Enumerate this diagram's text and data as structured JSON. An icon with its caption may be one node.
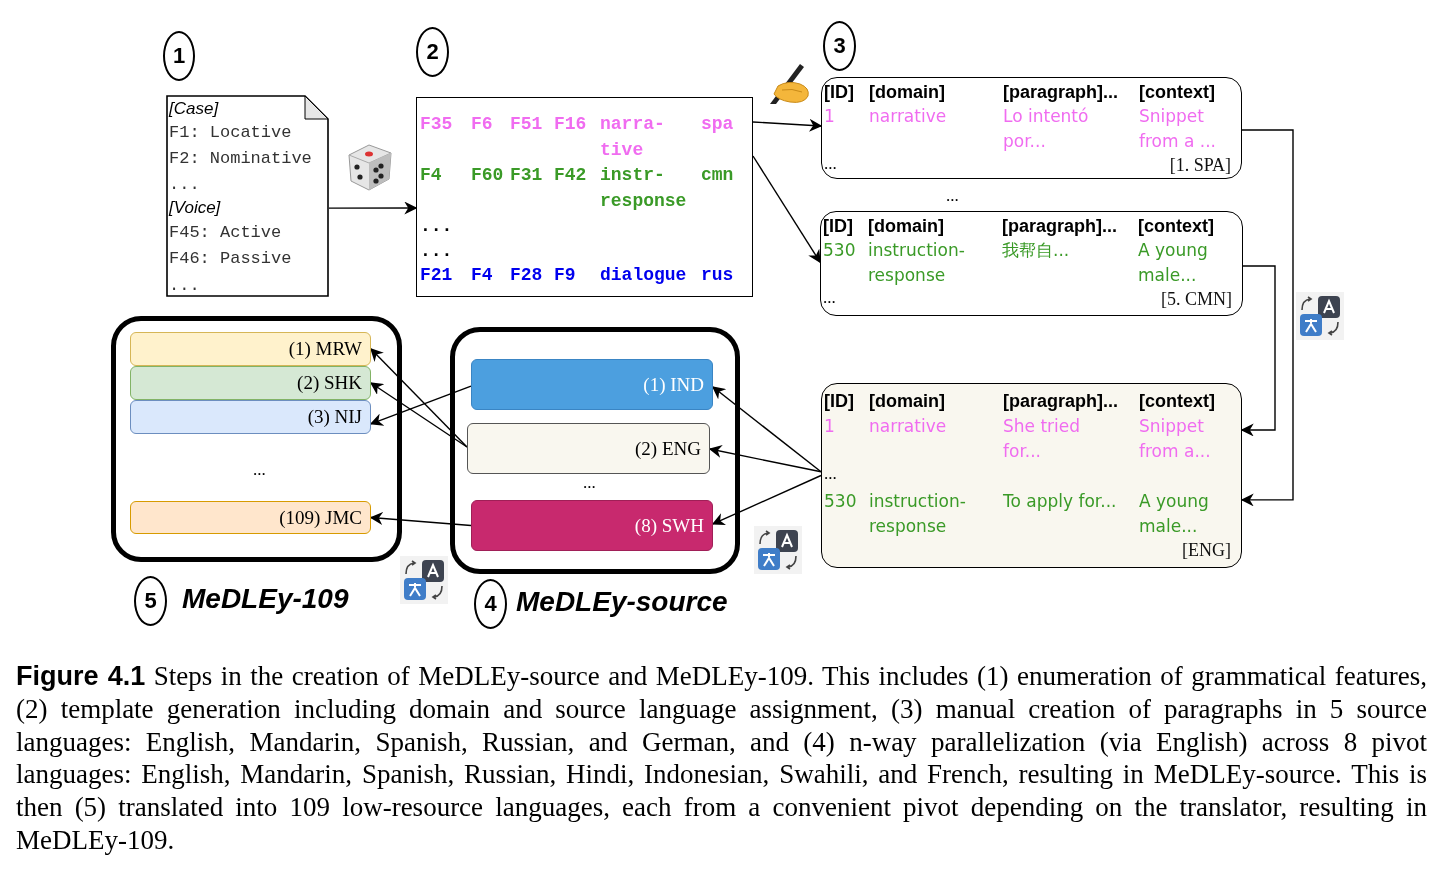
{
  "diagram": {
    "caption": "**Figure 4.1** Steps in the creation of MeDLEy-source and MeDLEy-109. This includes (1) enumeration of grammatical features, (2) template generation including domain and source language assignment, (3) manual creation of paragraphs in 5 source languages: English, Mandarin, Spanish, Russian, and German, and (4) n-way parallelization (via English) across 8 pivot languages: English, Mandarin, Spanish, Russian, Hindi, Indonesian, Swahili, and French, resulting in MeDLEy-source. This is then (5) translated into 109 low-resource languages, each from a convenient pivot depending on the translator, resulting in MeDLEy-109.",
    "nodes": [
      {
        "text": [
          "1"
        ]
      },
      {
        "text": [
          "[Case]",
          "F1: Locative",
          "F2: Nominative",
          "...",
          "[Voice]",
          "F45: Active",
          "F46: Passive",
          "..."
        ]
      },
      {
        "text": [
          "2"
        ]
      },
      {
        "text": [
          "F35",
          "F6",
          "F51",
          "F16",
          "narra- tive",
          "spa",
          "F4",
          "F60",
          "F31",
          "F42",
          "instr- response",
          "cmn",
          "...",
          "...",
          "F21",
          "F4",
          "F28",
          "F9",
          "dialogue",
          "rus"
        ]
      },
      {
        "text": [
          "3"
        ]
      },
      {
        "text": [
          "[ID]",
          "[domain]",
          "[paragraph]...",
          "[context]",
          "1",
          "narrative",
          "Lo intentó por...",
          "Snippet from a ...",
          "...",
          "[1. SPA]"
        ]
      },
      {
        "text": [
          "[ID]",
          "[domain]",
          "[paragraph]...",
          "[context]",
          "530",
          "instruction- response",
          "我帮自...",
          "A young male...",
          "...",
          "[5. CMN]"
        ]
      },
      {
        "text": [],
        "shape": "box"
      },
      {
        "text": [
          "(1) MRW"
        ],
        "in": 7
      },
      {
        "text": [
          "(2) SHK"
        ],
        "in": 7
      },
      {
        "text": [
          "(3) NIJ"
        ],
        "in": 7
      },
      {
        "text": [
          "(109) JMC"
        ],
        "in": 7
      },
      {
        "text": [],
        "shape": "box"
      },
      {
        "text": [
          "(1) IND"
        ],
        "in": 12
      },
      {
        "text": [
          "(2) ENG"
        ],
        "in": 12
      },
      {
        "text": [
          "(8) SWH"
        ],
        "in": 12
      },
      {
        "text": [
          "[ID]",
          "[domain]",
          "[paragraph]...",
          "[context]",
          "1",
          "narrative",
          "She tried for...",
          "Snippet from a...",
          "...",
          "530",
          "instruction- response",
          "To apply for...",
          "A young male...",
          "[ENG]"
        ]
      },
      {
        "text": [
          "5"
        ]
      },
      {
        "text": [
          "4"
        ]
      }
    ],
    "edges": [
      {
        "from": 1,
        "to": 3,
        "arrow": "to"
      },
      {
        "from": 3,
        "to": 5,
        "arrow": "to"
      },
      {
        "from": 3,
        "to": 6,
        "arrow": "to"
      },
      {
        "from": 5,
        "to": 16,
        "arrow": "to"
      },
      {
        "from": 6,
        "to": 16,
        "arrow": "to"
      },
      {
        "from": 16,
        "to": 13,
        "arrow": "to"
      },
      {
        "from": 16,
        "to": 14,
        "arrow": "to"
      },
      {
        "from": 16,
        "to": 15,
        "arrow": "to"
      },
      {
        "from": 14,
        "to": 8,
        "arrow": "to"
      },
      {
        "from": 14,
        "to": 9,
        "arrow": "to"
      },
      {
        "from": 13,
        "to": 10,
        "arrow": "to"
      },
      {
        "from": 15,
        "to": 11,
        "arrow": "to"
      }
    ],
    "labels": [
      "...",
      "...",
      "...",
      "MeDLEy-109",
      "MeDLEy-source"
    ]
  }
}
